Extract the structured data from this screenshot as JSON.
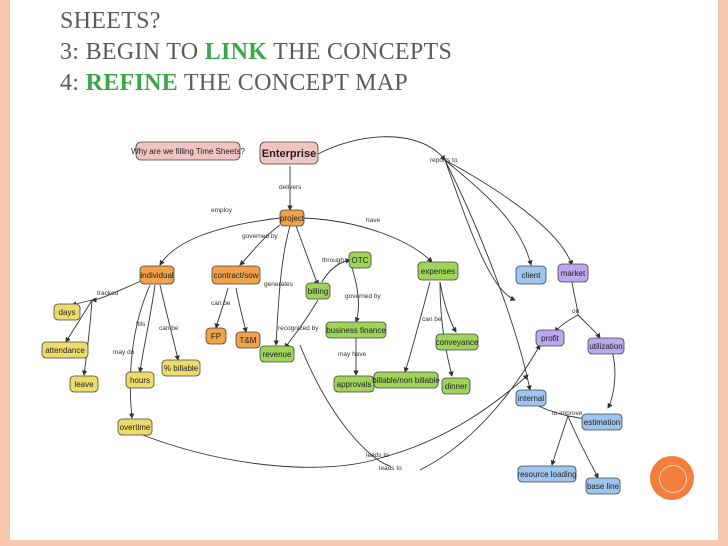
{
  "title": {
    "line1": "SHEETS?",
    "line2_prefix": "3: BEGIN TO ",
    "line2_accent": "LINK",
    "line2_suffix": " THE CONCEPTS",
    "line3_prefix": "4: ",
    "line3_accent": "REFINE",
    "line3_suffix": " THE CONCEPT MAP"
  },
  "colors": {
    "title_text": "#5b5b5b",
    "accent": "#3aa74b",
    "border": "#f6c8ad",
    "node_orange": "#f0a24a",
    "node_yellow": "#eedc6a",
    "node_green": "#9fd35a",
    "node_blue": "#9fc4ee",
    "node_purple": "#b9a9ef",
    "node_pink": "#f2c3c3",
    "decor_circle": "#f27f3c"
  },
  "nodes": {
    "question": "Why are we filling Time Sheets?",
    "enterprise": "Enterprise",
    "project": "project",
    "individual": "individual",
    "contract": "contract/sow",
    "billing": "billing",
    "otc": "OTC",
    "expenses": "expenses",
    "client": "client",
    "market": "market",
    "days": "days",
    "attendance": "attendance",
    "leave": "leave",
    "hours": "hours",
    "billable_pct": "% billable",
    "fp": "FP",
    "tm": "T&M",
    "revenue": "revenue",
    "business_finance": "business finance",
    "approvals": "approvals",
    "billable_non": "billable/non billable",
    "conveyance": "conveyance",
    "dinner": "dinner",
    "profit": "profit",
    "utilization": "utilization",
    "internal": "internal",
    "estimation": "estimation",
    "overtime": "overtime",
    "resource_loading": "resource loading",
    "base_line": "base line"
  },
  "edges": {
    "delivers": "delivers",
    "reports_to": "reports to",
    "employ": "employ",
    "have": "have",
    "governed_by": "governed by",
    "generates": "generates",
    "through": "through",
    "governed_by2": "governed by",
    "tracked": "tracked",
    "fills": "fills",
    "can_be1": "can be",
    "can_be2": "can be",
    "can_be3": "can be",
    "may_do": "may do",
    "recognized_by": "recognized by",
    "may_have": "may have",
    "on": "on",
    "to_improve": "to improve",
    "leads_to1": "leads to",
    "leads_to2": "leads to"
  }
}
